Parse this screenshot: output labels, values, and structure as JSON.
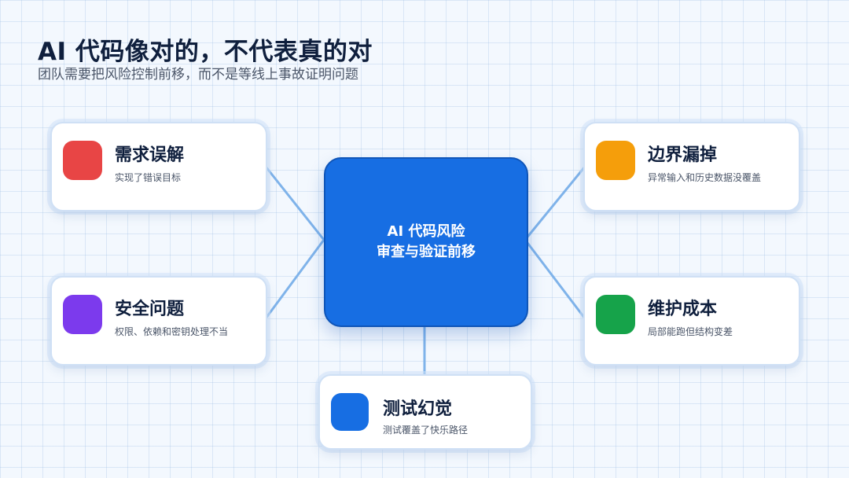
{
  "header": {
    "title": "AI 代码像对的，不代表真的对",
    "subtitle": "团队需要把风险控制前移，而不是等线上事故证明问题"
  },
  "center_node": {
    "line1": "AI 代码风险",
    "line2": "审查与验证前移",
    "color": "#176ee3"
  },
  "risks": [
    {
      "title": "需求误解",
      "desc": "实现了错误目标",
      "color": "#e84545"
    },
    {
      "title": "安全问题",
      "desc": "权限、依赖和密钥处理不当",
      "color": "#7c3aed"
    },
    {
      "title": "边界漏掉",
      "desc": "异常输入和历史数据没覆盖",
      "color": "#f59e0b"
    },
    {
      "title": "维护成本",
      "desc": "局部能跑但结构变差",
      "color": "#16a34a"
    },
    {
      "title": "测试幻觉",
      "desc": "测试覆盖了快乐路径",
      "color": "#176ee3"
    }
  ]
}
